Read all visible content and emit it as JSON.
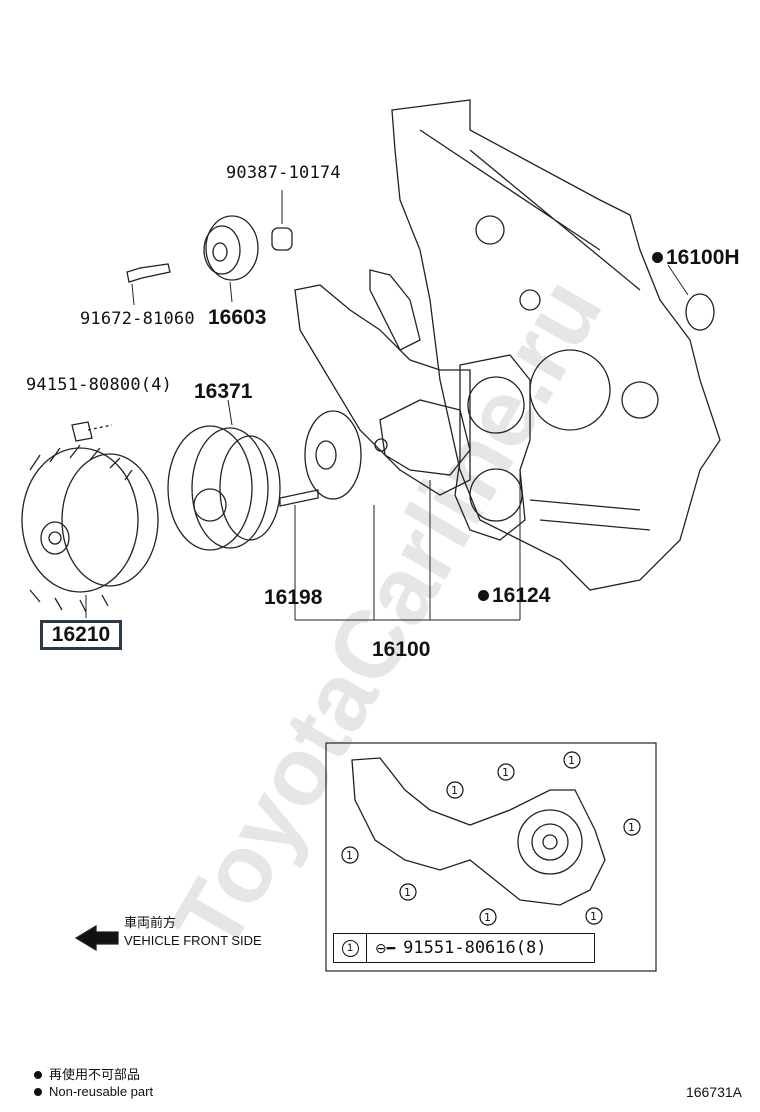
{
  "watermark": "ToyotaCarline.ru",
  "parts": {
    "p90387": "90387-10174",
    "p16100H": "16100H",
    "p91672": "91672-81060",
    "p16603": "16603",
    "p94151": "94151-80800(4)",
    "p16371": "16371",
    "p16198": "16198",
    "p16124": "16124",
    "p16100": "16100",
    "p16210": "16210"
  },
  "vehicle_front": {
    "jp": "車両前方",
    "en": "VEHICLE FRONT SIDE"
  },
  "inset": {
    "ref_num": "1",
    "part": "91551-80616(8)"
  },
  "legend": {
    "jp": "再使用不可部品",
    "en": "Non-reusable part"
  },
  "diagram_code": "166731A"
}
